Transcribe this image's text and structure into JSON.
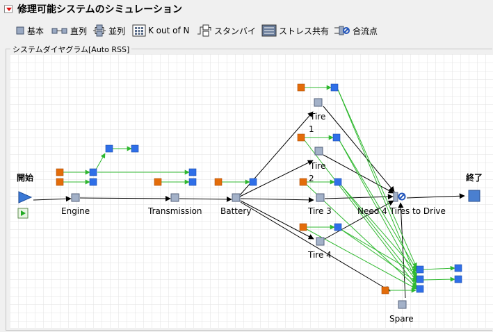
{
  "title": "修理可能システムのシミュレーション",
  "toolbar": {
    "basic": "基本",
    "series": "直列",
    "parallel": "並列",
    "k_out_of_n": "K out of N",
    "standby": "スタンバイ",
    "stress_sharing": "ストレス共有",
    "merge": "合流点"
  },
  "diagram": {
    "legend": "システムダイヤグラム[Auto RSS]",
    "start_label": "開始",
    "end_label": "終了",
    "components": {
      "engine": "Engine",
      "transmission": "Transmission",
      "battery": "Battery",
      "tire1": "Tire",
      "tire1_num": "1",
      "tire2": "Tire",
      "tire2_num": "2",
      "tire3": "Tire 3",
      "tire4": "Tire 4",
      "spare": "Spare",
      "knode": "Need 4 Tires to Drive"
    }
  },
  "colors": {
    "component": "#a3b1c8",
    "action": "#e36c0a",
    "event": "#2f6fe8",
    "green_arrow": "#2fb82f",
    "black_arrow": "#000000",
    "grid": "#e2e2e2",
    "canvas_bg": "#ffffff",
    "start": "#3a78d6",
    "run": "#22aa22"
  }
}
